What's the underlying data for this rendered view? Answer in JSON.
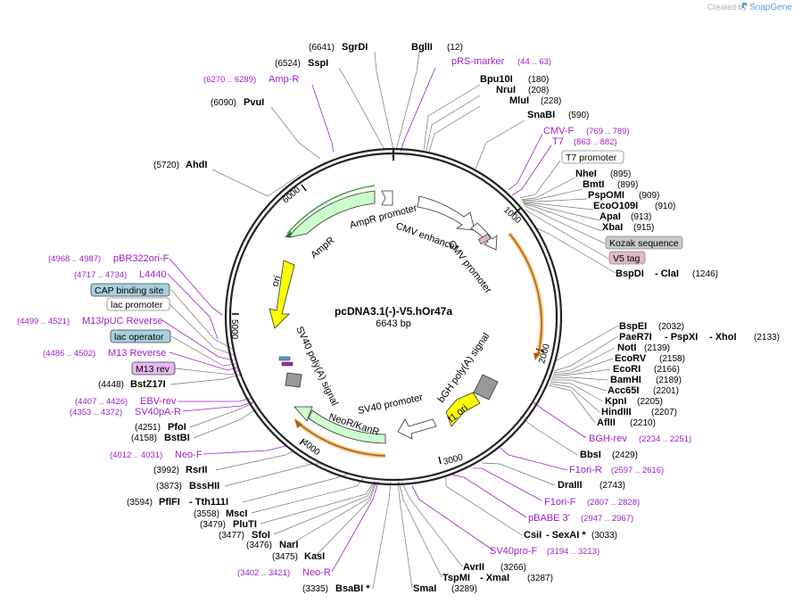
{
  "header": {
    "created_by": "Created by",
    "brand": "SnapGene"
  },
  "plasmid": {
    "name": "pcDNA3.1(-)-V5.hOr47a",
    "size": "6643 bp"
  },
  "ticks": [
    "1000",
    "2000",
    "3000",
    "4000",
    "5000",
    "6000"
  ],
  "features": [
    {
      "label": "AmpR promoter"
    },
    {
      "label": "AmpR"
    },
    {
      "label": "CMV enhancer"
    },
    {
      "label": "CMV promoter"
    },
    {
      "label": "ori"
    },
    {
      "label": "SV40 poly(A) signal"
    },
    {
      "label": "NeoR/KanR"
    },
    {
      "label": "SV40 promoter"
    },
    {
      "label": "bGH poly(A) signal"
    },
    {
      "label": "f1 ori"
    }
  ],
  "sites": [
    {
      "name": "SgrDI",
      "pos": "(6641)"
    },
    {
      "name": "BglII",
      "pos": "(12)"
    },
    {
      "name": "SspI",
      "pos": "(6524)"
    },
    {
      "name": "PvuI",
      "pos": "(6090)"
    },
    {
      "name": "AhdI",
      "pos": "(5720)"
    },
    {
      "name": "Bpu10I",
      "pos": "(180)"
    },
    {
      "name": "NruI",
      "pos": "(208)"
    },
    {
      "name": "MluI",
      "pos": "(228)"
    },
    {
      "name": "SnaBI",
      "pos": "(590)"
    },
    {
      "name": "NheI",
      "pos": "(895)"
    },
    {
      "name": "BmtI",
      "pos": "(899)"
    },
    {
      "name": "PspOMI",
      "pos": "(909)"
    },
    {
      "name": "EcoO109I",
      "pos": "(910)"
    },
    {
      "name": "ApaI",
      "pos": "(913)"
    },
    {
      "name": "XbaI",
      "pos": "(915)"
    },
    {
      "name": "BspDI",
      "pos": ""
    },
    {
      "name": "- ClaI",
      "pos": "(1246)"
    },
    {
      "name": "BspEI",
      "pos": "(2032)"
    },
    {
      "name": "PaeR7I",
      "pos": ""
    },
    {
      "name": "- PspXI",
      "pos": ""
    },
    {
      "name": "- XhoI",
      "pos": "(2133)"
    },
    {
      "name": "NotI",
      "pos": "(2139)"
    },
    {
      "name": "EcoRV",
      "pos": "(2158)"
    },
    {
      "name": "EcoRI",
      "pos": "(2166)"
    },
    {
      "name": "BamHI",
      "pos": "(2189)"
    },
    {
      "name": "Acc65I",
      "pos": "(2201)"
    },
    {
      "name": "KpnI",
      "pos": "(2205)"
    },
    {
      "name": "HindIII",
      "pos": "(2207)"
    },
    {
      "name": "AflII",
      "pos": "(2210)"
    },
    {
      "name": "BbsI",
      "pos": "(2429)"
    },
    {
      "name": "DraIII",
      "pos": "(2743)"
    },
    {
      "name": "CsiI",
      "pos": ""
    },
    {
      "name": "- SexAI *",
      "pos": "(3033)"
    },
    {
      "name": "AvrII",
      "pos": "(3266)"
    },
    {
      "name": "TspMI",
      "pos": ""
    },
    {
      "name": "- XmaI",
      "pos": "(3287)"
    },
    {
      "name": "SmaI",
      "pos": "(3289)"
    },
    {
      "name": "BsaBI *",
      "pos": "(3335)"
    },
    {
      "name": "KasI",
      "pos": "(3475)"
    },
    {
      "name": "NarI",
      "pos": "(3476)"
    },
    {
      "name": "SfoI",
      "pos": "(3477)"
    },
    {
      "name": "PluTI",
      "pos": "(3479)"
    },
    {
      "name": "MscI",
      "pos": "(3558)"
    },
    {
      "name": "PflFI",
      "pos": "(3594)"
    },
    {
      "name": "- Tth111I",
      "pos": ""
    },
    {
      "name": "BssHII",
      "pos": "(3873)"
    },
    {
      "name": "RsrII",
      "pos": "(3992)"
    },
    {
      "name": "BstBI",
      "pos": "(4158)"
    },
    {
      "name": "PfoI",
      "pos": "(4251)"
    },
    {
      "name": "BstZ17I",
      "pos": "(4448)"
    }
  ],
  "primers": [
    {
      "name": "pRS-marker",
      "pos": "(44 .. 63)"
    },
    {
      "name": "Amp-R",
      "pos": "(6270 .. 6289)"
    },
    {
      "name": "CMV-F",
      "pos": "(769 .. 789)"
    },
    {
      "name": "T7",
      "pos": "(863 .. 882)"
    },
    {
      "name": "pBR322ori-F",
      "pos": "(4968 .. 4987)"
    },
    {
      "name": "L4440",
      "pos": "(4717 .. 4734)"
    },
    {
      "name": "M13/pUC Reverse",
      "pos": "(4499 .. 4521)"
    },
    {
      "name": "M13 Reverse",
      "pos": "(4486 .. 4502)"
    },
    {
      "name": "EBV-rev",
      "pos": "(4407 .. 4426)"
    },
    {
      "name": "SV40pA-R",
      "pos": "(4353 .. 4372)"
    },
    {
      "name": "Neo-F",
      "pos": "(4012 .. 4031)"
    },
    {
      "name": "Neo-R",
      "pos": "(3402 .. 3421)"
    },
    {
      "name": "SV40pro-F",
      "pos": "(3194 .. 3213)"
    },
    {
      "name": "pBABE 3'",
      "pos": "(2947 .. 2967)"
    },
    {
      "name": "F1ori-F",
      "pos": "(2807 .. 2828)"
    },
    {
      "name": "F1ori-R",
      "pos": "(2597 .. 2616)"
    },
    {
      "name": "BGH-rev",
      "pos": "(2234 .. 2251)"
    }
  ],
  "boxes": [
    {
      "label": "T7 promoter",
      "fill": "#ffffff",
      "border": "#888888"
    },
    {
      "label": "Kozak sequence",
      "fill": "#c8c8c8",
      "border": "#888888"
    },
    {
      "label": "V5 tag",
      "fill": "#e0b8c8",
      "border": "#888888"
    },
    {
      "label": "CAP binding site",
      "fill": "#a8d0dc",
      "border": "#444444"
    },
    {
      "label": "lac promoter",
      "fill": "#ffffff",
      "border": "#888888"
    },
    {
      "label": "lac operator",
      "fill": "#a8d0dc",
      "border": "#444444"
    },
    {
      "label": "M13 rev",
      "fill": "#e8b8f0",
      "border": "#444444"
    }
  ],
  "colors": {
    "backbone": "#222222",
    "primer": "#a020c8",
    "ampr": "#ccffcc",
    "ori": "#ffff00",
    "neo": "#ccffcc",
    "orf": "#f0a030",
    "polyA": "#999999",
    "promoter": "#ffffff"
  }
}
